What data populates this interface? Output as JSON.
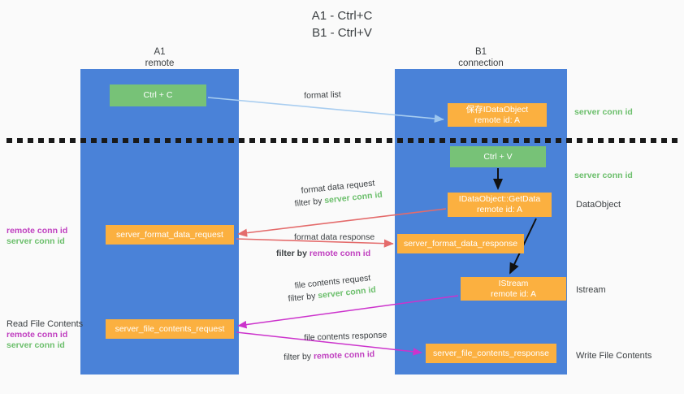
{
  "title": "A1 - Ctrl+C\nB1 - Ctrl+V",
  "columns": {
    "left": {
      "name": "A1",
      "role": "remote",
      "label": "A1\nremote"
    },
    "right": {
      "name": "B1",
      "role": "connection",
      "label": "B1\nconnection"
    }
  },
  "nodes": {
    "ctrl_c": {
      "label": "Ctrl + C",
      "color": "#77c277"
    },
    "idataobject": {
      "label": "保存IDataObject\nremote id: A",
      "color": "#fbb040"
    },
    "ctrl_v": {
      "label": "Ctrl + V",
      "color": "#77c277"
    },
    "getdata": {
      "label": "IDataObject::GetData\nremote id: A",
      "color": "#fbb040"
    },
    "server_format_data_request": {
      "label": "server_format_data_request",
      "color": "#fbb040"
    },
    "server_format_data_response": {
      "label": "server_format_data_response",
      "color": "#fbb040"
    },
    "istream": {
      "label": "IStream\nremote id: A",
      "color": "#fbb040"
    },
    "server_file_contents_request": {
      "label": "server_file_contents_request",
      "color": "#fbb040"
    },
    "server_file_contents_response": {
      "label": "server_file_contents_response",
      "color": "#fbb040"
    }
  },
  "edge_labels": {
    "format_list": "format list",
    "format_data_request": "format data request",
    "filter_by_prefix": "filter by ",
    "server_conn_id": "server conn id",
    "format_data_response": "format data response",
    "remote_conn_id": "remote conn id",
    "file_contents_request": "file contents request",
    "file_contents_response": "file contents response"
  },
  "annotations": {
    "right_server_conn_id_top": "server conn id",
    "right_server_conn_id_mid": "server conn id",
    "dataobject": "DataObject",
    "istream": "Istream",
    "write_file_contents": "Write File Contents",
    "read_file_contents": "Read File Contents",
    "remote_conn_id": "remote conn id",
    "server_conn_id": "server conn id"
  },
  "colors": {
    "lane_blue": "#4a82d8",
    "node_green": "#77c277",
    "node_orange": "#fbb040",
    "green_text": "#6cbf6c",
    "magenta_text": "#c040c0",
    "arrow_lightblue": "#a8cdf0",
    "arrow_red": "#e46b6b",
    "arrow_magenta": "#cc33cc",
    "arrow_black": "#111111",
    "background": "#fafafa"
  }
}
